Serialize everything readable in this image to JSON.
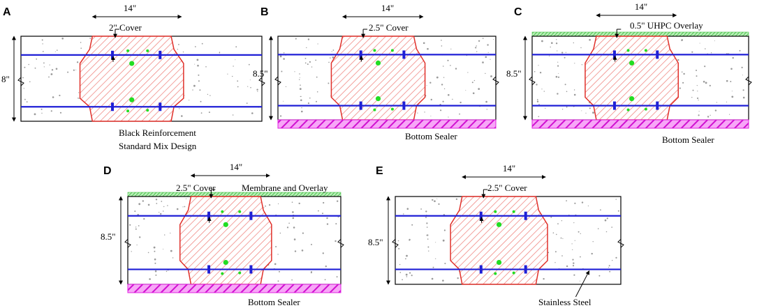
{
  "panels": [
    {
      "letter": "A",
      "width_label": "14\"",
      "depth_label": "8\"",
      "cover_label": "2\" Cover",
      "overlay": false,
      "sealer": false,
      "notes": [
        "Black Reinforcement",
        "Standard Mix Design"
      ]
    },
    {
      "letter": "B",
      "width_label": "14\"",
      "depth_label": "8.5\"",
      "cover_label": "2.5\" Cover",
      "overlay": false,
      "sealer": true,
      "sealer_label": "Bottom Sealer"
    },
    {
      "letter": "C",
      "width_label": "14\"",
      "depth_label": "8.5\"",
      "cover_label": "0.5\" UHPC Overlay",
      "overlay": true,
      "sealer": true,
      "sealer_label": "Bottom Sealer"
    },
    {
      "letter": "D",
      "width_label": "14\"",
      "depth_label": "8.5\"",
      "cover_label": "2.5\" Cover",
      "overlay": true,
      "overlay_label": "Membrane and Overlay",
      "sealer": true,
      "sealer_label": "Bottom Sealer"
    },
    {
      "letter": "E",
      "width_label": "14\"",
      "depth_label": "8.5\"",
      "cover_label": "2.5\" Cover",
      "overlay": false,
      "sealer": false,
      "steel_label": "Stainless Steel"
    }
  ],
  "colors": {
    "rebar": "#1f1fd6",
    "repair_outline": "#e0302a",
    "hatch": "#f08a85",
    "sealer": "#e020e0",
    "overlay": "#7ed67e",
    "aggregate_dot": "#22dd22",
    "concrete_speckle": "#9a9a9a"
  }
}
